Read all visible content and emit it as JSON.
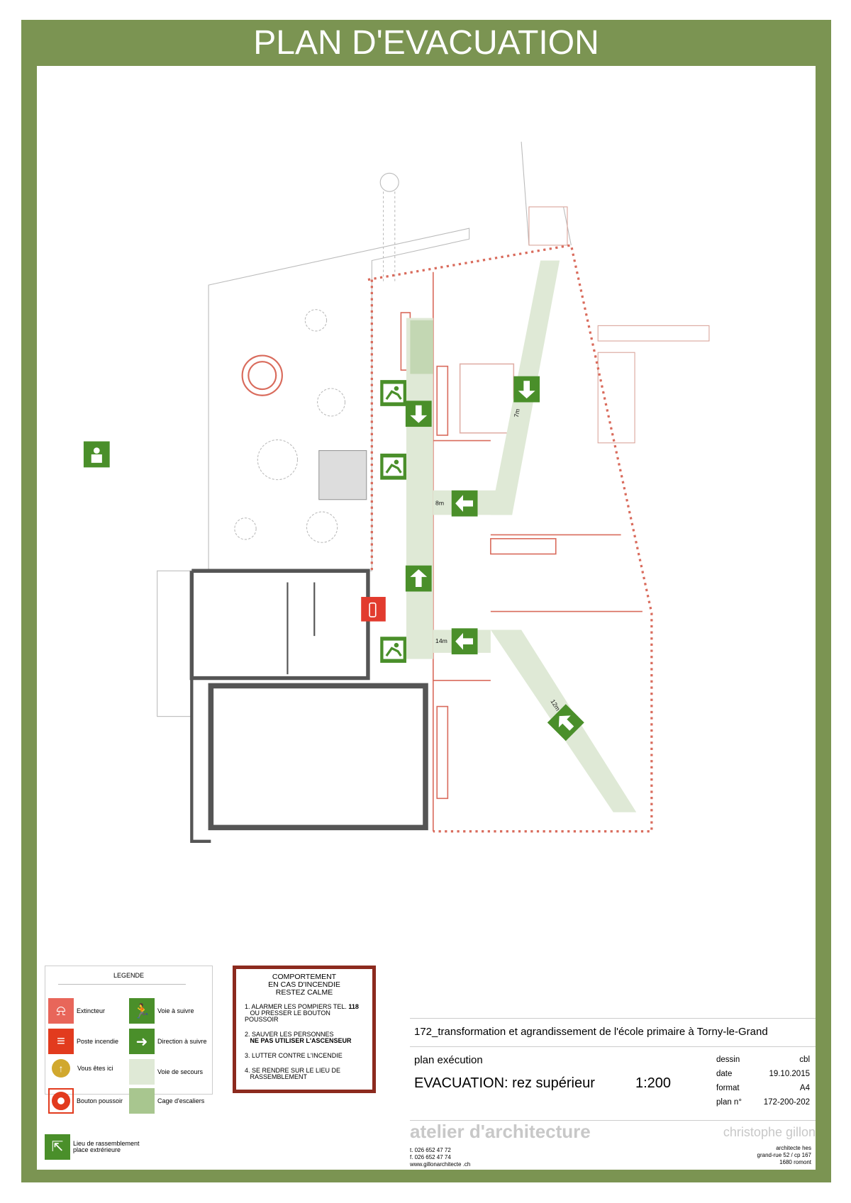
{
  "header": {
    "title": "PLAN D'EVACUATION"
  },
  "plan": {
    "distances": [
      "7m",
      "8m",
      "14m",
      "12m"
    ]
  },
  "legend": {
    "title": "LEGENDE",
    "items": [
      {
        "label": "Extincteur",
        "icon": "extinguisher-icon"
      },
      {
        "label": "Voie à suivre",
        "icon": "exit-running-man-icon"
      },
      {
        "label": "Poste incendie",
        "icon": "fire-hose-icon"
      },
      {
        "label": "Direction à suivre",
        "icon": "arrow-right-icon"
      },
      {
        "label": "Vous êtes ici",
        "icon": "you-are-here-icon"
      },
      {
        "label": "Voie de secours",
        "icon": "swatch"
      },
      {
        "label": "Bouton poussoir",
        "icon": "alarm-button-icon"
      },
      {
        "label": "Cage d'escaliers",
        "icon": "swatch"
      }
    ]
  },
  "assembly": {
    "line1": "Lieu de rassemblement",
    "line2": "place extrérieure"
  },
  "behaviour": {
    "title1": "COMPORTEMENT",
    "title2": "EN CAS D'INCENDIE",
    "title3": "RESTEZ CALME",
    "s1a": "1. ALARMER LES POMPIERS TEL. ",
    "s1num": "118",
    "s1b": "OU PRESSER LE BOUTON POUSSOIR",
    "s2a": "2. SAUVER LES PERSONNES",
    "s2b": "NE PAS UTILISER L'ASCENSEUR",
    "s3": "3. LUTTER CONTRE L'INCENDIE",
    "s4a": "4. SE RENDRE SUR LE LIEU DE",
    "s4b": "RASSEMBLEMENT"
  },
  "titleblock": {
    "project": "172_transformation et agrandissement de l'école primaire à Torny-le-Grand",
    "phase": "plan exécution",
    "drawing": "EVACUATION: rez supérieur",
    "scale": "1:200",
    "fields": [
      {
        "k": "dessin",
        "v": "cbl"
      },
      {
        "k": "date",
        "v": "19.10.2015"
      },
      {
        "k": "format",
        "v": "A4"
      },
      {
        "k": "plan n°",
        "v": "172-200-202"
      }
    ],
    "firm": "atelier d'architecture",
    "architect": "christophe gillon",
    "tel": "t. 026 652 47 72",
    "fax": "f. 026 652 47 74",
    "web": "www.gillonarchitecte .ch",
    "addr1": "architecte hes",
    "addr2": "grand-rue 52 / cp 167",
    "addr3": "1680 romont"
  },
  "colors": {
    "frame": "#7b9452",
    "sign": "#4a8f2a",
    "route": "#dfe9d6",
    "stair": "#a8c68f",
    "fire": "#e23b2e"
  }
}
